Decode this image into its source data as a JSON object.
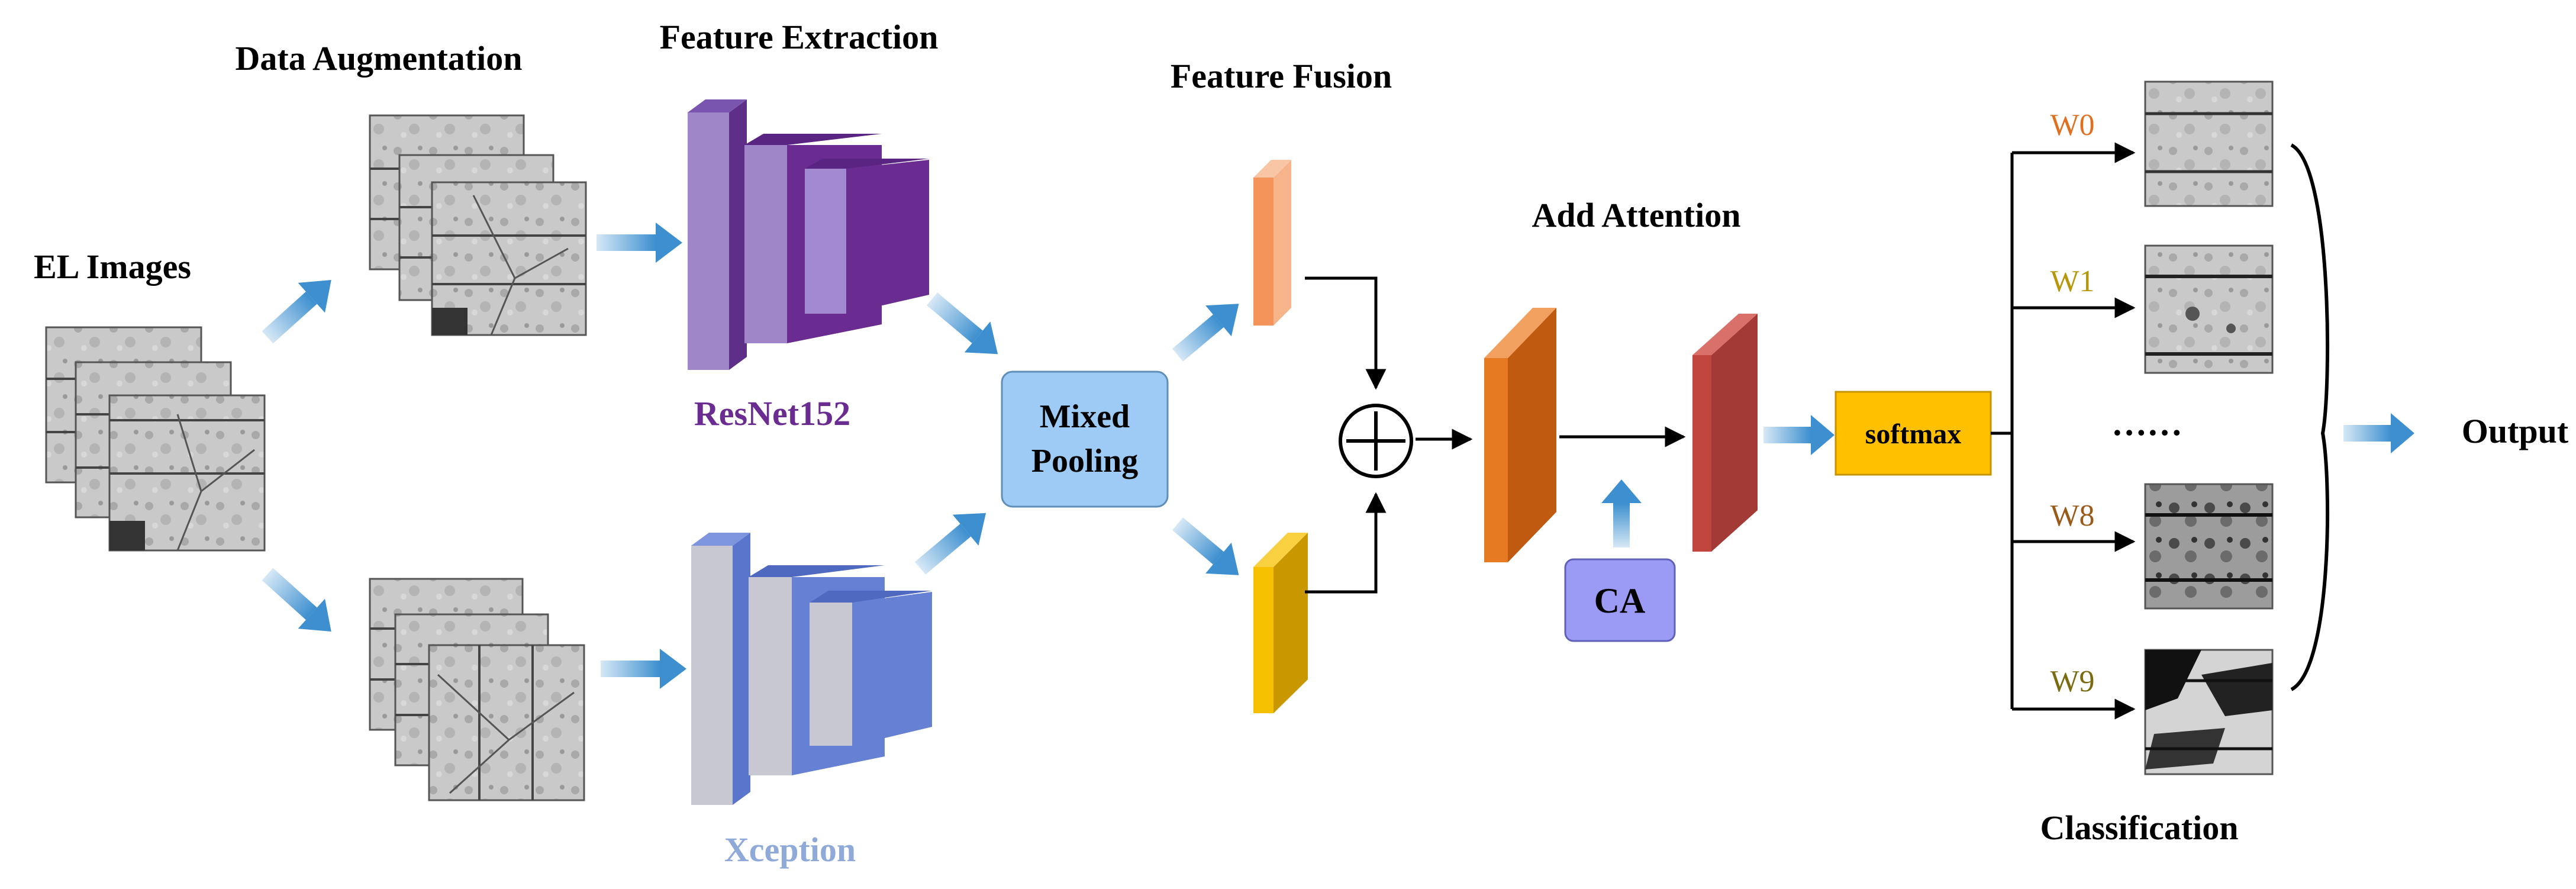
{
  "stages": {
    "el_images": "EL Images",
    "data_augmentation": "Data Augmentation",
    "feature_extraction": "Feature Extraction",
    "feature_fusion": "Feature Fusion",
    "add_attention": "Add Attention",
    "classification": "Classification",
    "output": "Output"
  },
  "models": {
    "resnet": "ResNet152",
    "xception": "Xception"
  },
  "blocks": {
    "mixed_pooling_line1": "Mixed",
    "mixed_pooling_line2": "Pooling",
    "ca": "CA",
    "softmax": "softmax"
  },
  "classes": {
    "w0": "W0",
    "w1": "W1",
    "ellipsis": "……",
    "w8": "W8",
    "w9": "W9"
  },
  "colors": {
    "resnet_text": "#6a2c91",
    "xception_text": "#8fa9d9",
    "flow_arrow": "#3d8fcf",
    "mixed_pooling_fill": "#9dcbf5",
    "softmax_fill": "#ffc000",
    "ca_fill": "#9b9bf5",
    "w0": "#e07020",
    "w1": "#b8960a",
    "w8": "#9a5a1a",
    "w9": "#7a6a10"
  },
  "icons": [
    "plus-circle-icon",
    "flow-arrow-icon",
    "feature-map-icon",
    "el-image-thumbnail"
  ]
}
